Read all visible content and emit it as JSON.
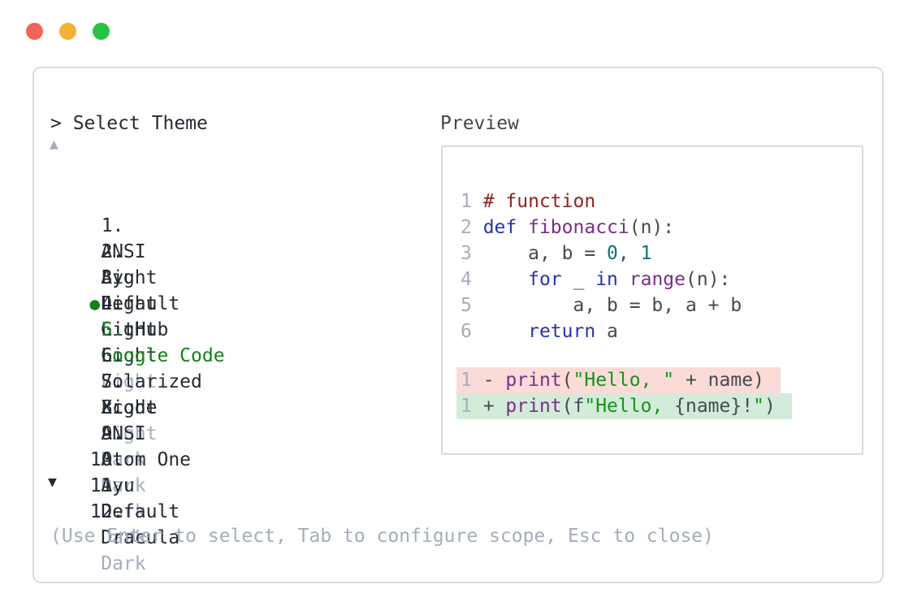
{
  "window": {
    "controls": [
      "close",
      "minimize",
      "zoom"
    ]
  },
  "selector": {
    "prompt": "> Select Theme",
    "up_indicator": "▲",
    "down_indicator": "▼",
    "bullet": "●",
    "items": [
      {
        "num": "1",
        "name": "ANSI",
        "suffix": "Light",
        "suffix_muted": false,
        "selected": false
      },
      {
        "num": "2",
        "name": "Ayu",
        "suffix": "Light",
        "suffix_muted": false,
        "selected": false
      },
      {
        "num": "3",
        "name": "Default",
        "suffix": "Light",
        "suffix_muted": false,
        "selected": false
      },
      {
        "num": "4",
        "name": "GitHub",
        "suffix": "Light",
        "suffix_muted": false,
        "selected": false
      },
      {
        "num": "5",
        "name": "Google Code",
        "suffix": "Light",
        "suffix_muted": true,
        "selected": true
      },
      {
        "num": "6",
        "name": "Solarized",
        "suffix": "Light",
        "suffix_muted": false,
        "selected": false
      },
      {
        "num": "7",
        "name": "Xcode",
        "suffix": "Light",
        "suffix_muted": true,
        "selected": false
      },
      {
        "num": "8",
        "name": "ANSI",
        "suffix": "Dark",
        "suffix_muted": true,
        "selected": false
      },
      {
        "num": "9",
        "name": "Atom One",
        "suffix": "Dark",
        "suffix_muted": true,
        "selected": false
      },
      {
        "num": "10",
        "name": "Ayu",
        "suffix": "Dark",
        "suffix_muted": true,
        "selected": false
      },
      {
        "num": "11",
        "name": "Default",
        "suffix": "Dark",
        "suffix_muted": true,
        "selected": false
      },
      {
        "num": "12",
        "name": "Dracula",
        "suffix": "Dark",
        "suffix_muted": true,
        "selected": false
      }
    ],
    "help": "(Use Enter to select, Tab to configure scope, Esc to close)"
  },
  "preview": {
    "label": "Preview",
    "code_lines": [
      {
        "num": "1",
        "tokens": [
          {
            "t": "# function",
            "c": "com"
          }
        ]
      },
      {
        "num": "2",
        "tokens": [
          {
            "t": "def",
            "c": "kwd"
          },
          {
            "t": " ",
            "c": "pln"
          },
          {
            "t": "fibonacci",
            "c": "typ"
          },
          {
            "t": "(n):",
            "c": "pln"
          }
        ]
      },
      {
        "num": "3",
        "tokens": [
          {
            "t": "    a, b = ",
            "c": "pln"
          },
          {
            "t": "0",
            "c": "lit"
          },
          {
            "t": ", ",
            "c": "pln"
          },
          {
            "t": "1",
            "c": "lit"
          }
        ]
      },
      {
        "num": "4",
        "tokens": [
          {
            "t": "    ",
            "c": "pln"
          },
          {
            "t": "for",
            "c": "kwd"
          },
          {
            "t": " _ ",
            "c": "pln"
          },
          {
            "t": "in",
            "c": "kwd"
          },
          {
            "t": " ",
            "c": "pln"
          },
          {
            "t": "range",
            "c": "typ"
          },
          {
            "t": "(n):",
            "c": "pln"
          }
        ]
      },
      {
        "num": "5",
        "tokens": [
          {
            "t": "        a, b = b, a + b",
            "c": "pln"
          }
        ]
      },
      {
        "num": "6",
        "tokens": [
          {
            "t": "    ",
            "c": "pln"
          },
          {
            "t": "return",
            "c": "kwd"
          },
          {
            "t": " a",
            "c": "pln"
          }
        ]
      }
    ],
    "diff_lines": [
      {
        "num": "1",
        "sign": "-",
        "kind": "removed",
        "tokens": [
          {
            "t": "print",
            "c": "typ"
          },
          {
            "t": "(",
            "c": "pln"
          },
          {
            "t": "\"Hello, \"",
            "c": "str"
          },
          {
            "t": " + name)",
            "c": "pln"
          }
        ]
      },
      {
        "num": "1",
        "sign": "+",
        "kind": "added",
        "tokens": [
          {
            "t": "print",
            "c": "typ"
          },
          {
            "t": "(f",
            "c": "pln"
          },
          {
            "t": "\"Hello, ",
            "c": "str"
          },
          {
            "t": "{name}!",
            "c": "pln"
          },
          {
            "t": "\"",
            "c": "str"
          },
          {
            "t": ")",
            "c": "pln"
          }
        ]
      }
    ]
  },
  "colors": {
    "traffic_red": "#f3625b",
    "traffic_yellow": "#f3b233",
    "traffic_green": "#28c342",
    "panel_border": "#d9dde4",
    "preview_border": "#d5dae1",
    "text_dark": "#262b33",
    "text_mid": "#41474f",
    "muted": "#a4adbe",
    "selected_green": "#12831a",
    "line_num": "#a6aebc",
    "com": "#8f2424",
    "kwd": "#2936a6",
    "typ": "#7b2d8b",
    "str": "#13941c",
    "lit": "#0e7276",
    "pln": "#454a52",
    "diff_removed_bg": "#fbdbd8",
    "diff_added_bg": "#d3ecd9"
  }
}
